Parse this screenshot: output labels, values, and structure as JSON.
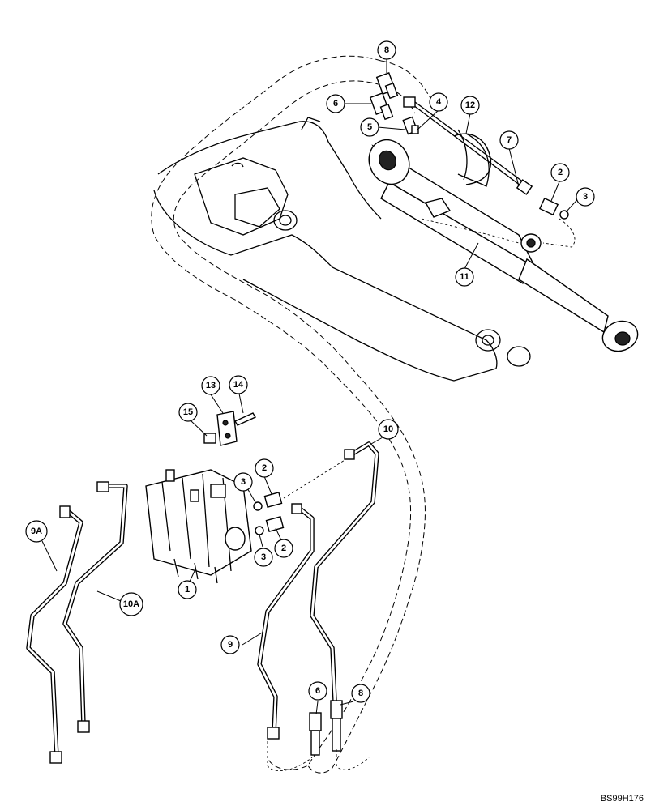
{
  "reference_code": "BS99H176",
  "callouts": [
    "1",
    "2",
    "3",
    "4",
    "5",
    "6",
    "7",
    "8",
    "9",
    "9A",
    "10",
    "10A",
    "11",
    "12",
    "13",
    "14",
    "15"
  ]
}
